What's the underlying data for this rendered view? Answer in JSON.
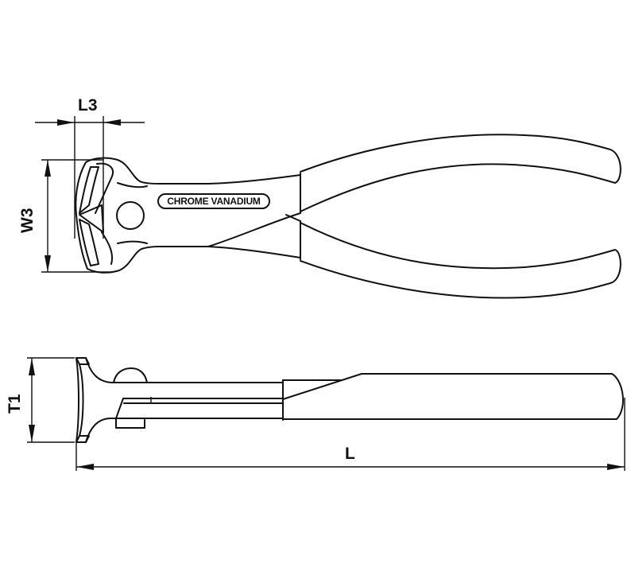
{
  "drawing": {
    "subject": "End cutting pliers",
    "views": [
      "top view",
      "side view"
    ],
    "stamp_text": "CHROME VANADIUM",
    "dimensions": {
      "L3": "L3",
      "W3": "W3",
      "T1": "T1",
      "L": "L"
    },
    "line_color": "#111111",
    "background": "#ffffff"
  }
}
